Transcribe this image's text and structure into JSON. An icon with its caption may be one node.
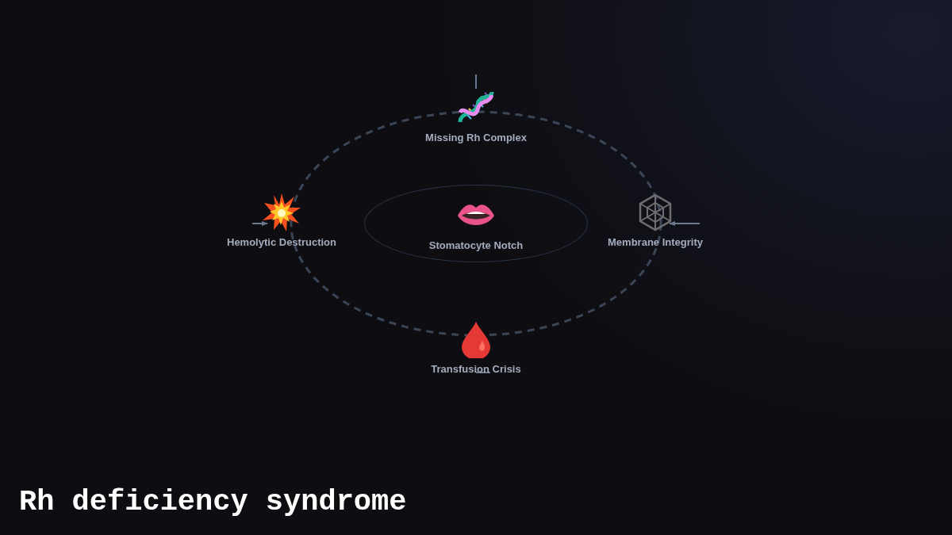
{
  "diagram": {
    "title": "Rh deficiency syndrome",
    "nodes": [
      {
        "text": [
          "Missing Rh Complex"
        ]
      },
      {
        "text": [
          "Hemolytic Destruction"
        ]
      },
      {
        "text": [
          "Stomatocyte Notch"
        ]
      },
      {
        "text": [
          "Membrane Integrity"
        ]
      },
      {
        "text": [
          "Transfusion Crisis"
        ]
      }
    ],
    "edges": [
      {
        "from": null,
        "to": 0,
        "arrow": "none"
      },
      {
        "from": null,
        "to": 1,
        "arrow": "to"
      },
      {
        "from": null,
        "to": 3,
        "arrow": "to"
      },
      {
        "from": 4,
        "to": null,
        "arrow": "none"
      }
    ]
  }
}
